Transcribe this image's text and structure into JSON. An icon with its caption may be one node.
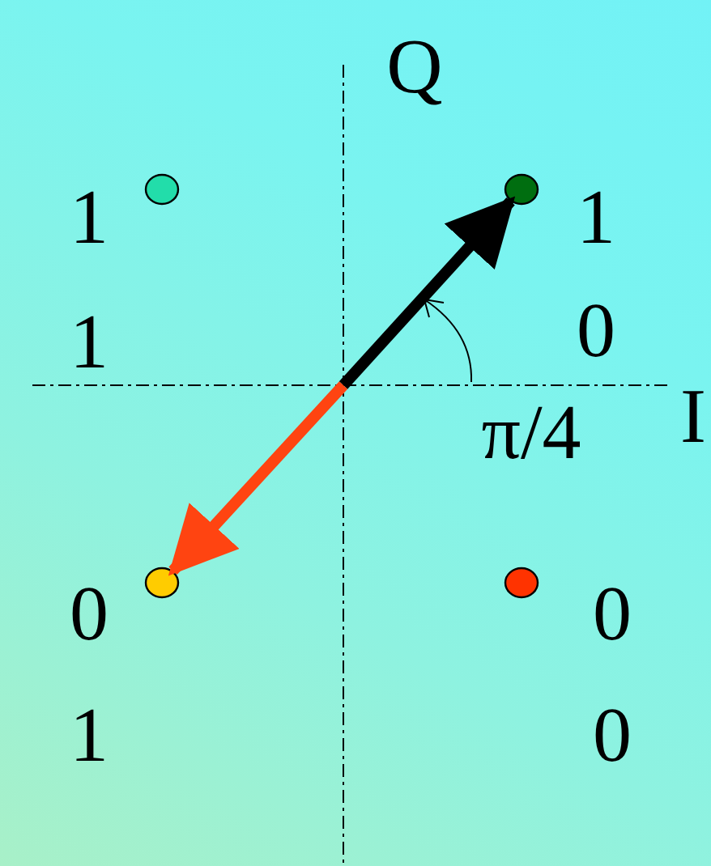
{
  "diagram": {
    "nodes": [
      {
        "text": [],
        "shape": "circle",
        "beside": [
          "1",
          "1"
        ]
      },
      {
        "text": [],
        "shape": "circle",
        "beside": [
          "1",
          "0"
        ]
      },
      {
        "text": [],
        "shape": "circle",
        "beside": [
          "0",
          "1"
        ]
      },
      {
        "text": [],
        "shape": "circle",
        "beside": [
          "0",
          "0"
        ]
      }
    ],
    "edges": [
      {
        "from": null,
        "to": 1,
        "arrow": "to"
      },
      {
        "from": null,
        "to": 2,
        "arrow": "to",
        "color": "#ff4411"
      }
    ],
    "labels": [
      "Q",
      "π/4",
      "I"
    ]
  }
}
